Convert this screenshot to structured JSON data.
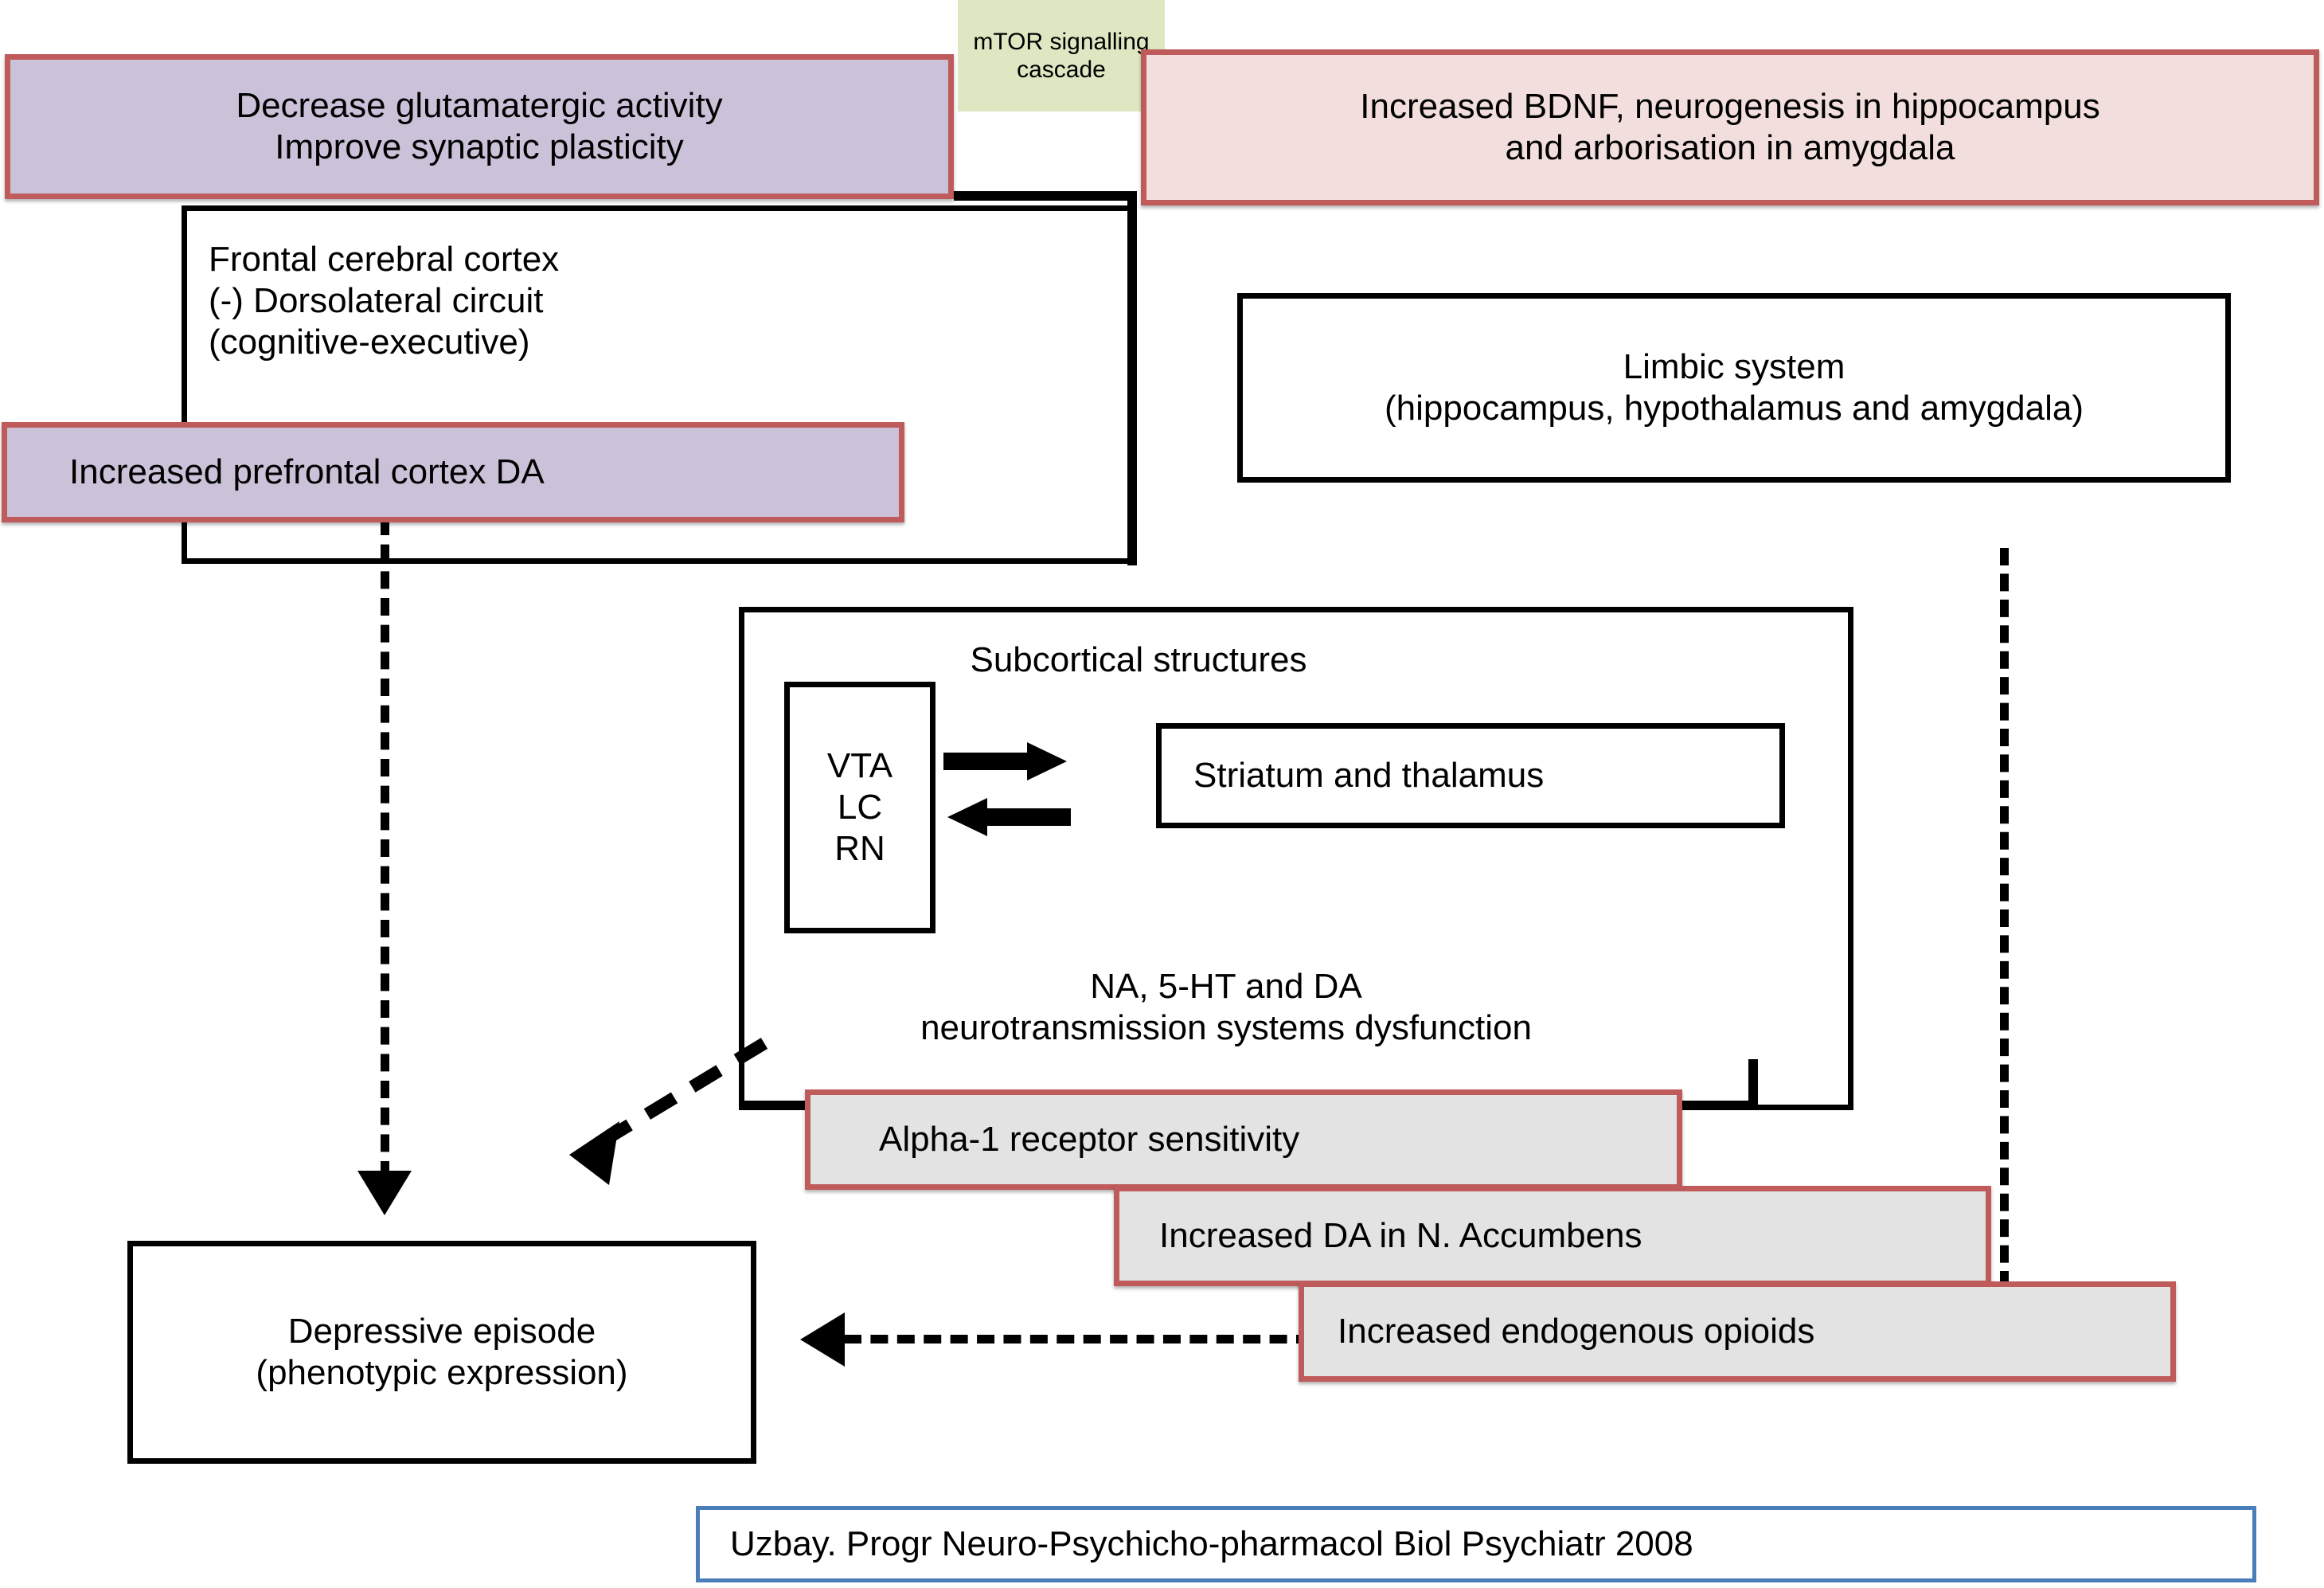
{
  "diagram": {
    "title": "Mechanism of depression / antidepressant action flow diagram",
    "colors": {
      "red_border": "#bf5b5b",
      "purple_fill": "#cbc2da",
      "pink_fill": "#f2dedd",
      "grey_fill": "#e3e3e3",
      "green_fill": "#dde7c1",
      "blue_border": "#4a7ebb",
      "line": "#000000"
    },
    "nodes": {
      "glutamatergic": {
        "label": "Decrease glutamatergic activity\nImprove synaptic plasticity",
        "style": "purple"
      },
      "mtor": {
        "label": "mTOR signalling\ncascade",
        "style": "green"
      },
      "bdnf": {
        "label": "Increased BDNF, neurogenesis in hippocampus\nand arborisation in amygdala",
        "style": "pink"
      },
      "frontal_cortex": {
        "label": "Frontal cerebral cortex\n(-) Dorsolateral circuit\n(cognitive-executive)",
        "style": "black-outline"
      },
      "prefrontal_da": {
        "label": "Increased prefrontal cortex DA",
        "style": "purple"
      },
      "limbic": {
        "label": "Limbic system\n(hippocampus, hypothalamus and amygdala)",
        "style": "black-outline"
      },
      "subcortical": {
        "label": "Subcortical structures",
        "style": "black-outline"
      },
      "vta": {
        "label": "VTA\nLC\nRN",
        "style": "black-outline"
      },
      "striatum": {
        "label": "Striatum and thalamus",
        "style": "black-outline"
      },
      "neurotransmission": {
        "label": "NA, 5-HT and DA\nneurotransmission systems dysfunction",
        "style": "plain-text"
      },
      "alpha1": {
        "label": "Alpha-1 receptor sensitivity",
        "style": "grey"
      },
      "da_accumbens": {
        "label": "Increased DA in N. Accumbens",
        "style": "grey"
      },
      "opioids": {
        "label": "Increased endogenous opioids",
        "style": "grey"
      },
      "depressive_episode": {
        "label": "Depressive episode\n(phenotypic expression)",
        "style": "black-outline"
      },
      "citation": {
        "label": "Uzbay. Progr Neuro-Psychicho-pharmacol Biol Psychiatr 2008",
        "style": "blue-outline"
      }
    }
  }
}
